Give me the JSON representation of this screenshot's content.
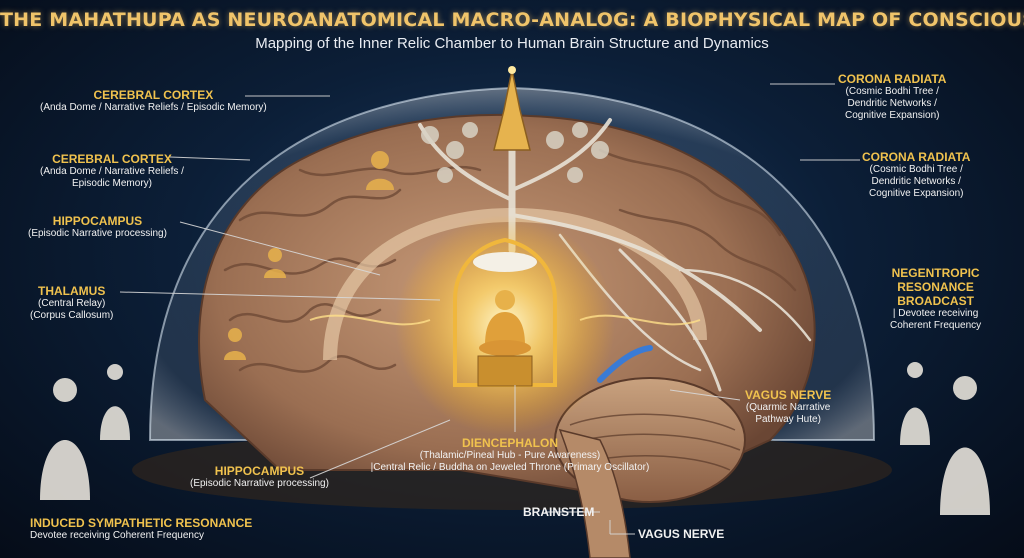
{
  "title": "THE MAHATHUPA AS NEUROANATOMICAL MACRO-ANALOG: A BIOPHYSICAL MAP OF CONSCIOUSNESS",
  "subtitle": "Mapping of the Inner Relic Chamber to Human Brain Structure and Dynamics",
  "labels": {
    "cortex1": {
      "head": "CEREBRAL CORTEX",
      "l1": "(Anda Dome / Narrative Reliefs / Episodic Memory)"
    },
    "cortex2": {
      "head": "CEREBRAL CORTEX",
      "l1": "(Anda Dome / Narrative Reliefs /",
      "l2": "Episodic Memory)"
    },
    "hippo1": {
      "head": "HIPPOCAMPUS",
      "l1": "(Episodic Narrative processing)"
    },
    "thalamus": {
      "head": "THALAMUS",
      "l1": "(Central Relay)",
      "l2": "(Corpus Callosum)"
    },
    "hippo2": {
      "head": "HIPPOCAMPUS",
      "l1": "(Episodic Narrative processing)"
    },
    "induced": {
      "head": "INDUCED SYMPATHETIC RESONANCE",
      "l1": "Devotee receiving Coherent Frequency"
    },
    "corona1": {
      "head": "CORONA RADIATA",
      "l1": "(Cosmic Bodhi Tree /",
      "l2": "Dendritic Networks /",
      "l3": "Cognitive Expansion)"
    },
    "corona2": {
      "head": "CORONA RADIATA",
      "l1": "(Cosmic Bodhi Tree /",
      "l2": "Dendritic Networks /",
      "l3": "Cognitive Expansion)"
    },
    "negentropic": {
      "head1": "NEGENTROPIC",
      "head2": "RESONANCE",
      "head3": "BROADCAST",
      "l1": "| Devotee receiving",
      "l2": "Coherent Frequency"
    },
    "vagus1": {
      "head": "VAGUS NERVE",
      "l1": "(Quarmic Narrative",
      "l2": "Pathway Hute)"
    },
    "diencephalon": {
      "head": "DIENCEPHALON",
      "l1": "(Thalamic/Pineal Hub - Pure Awareness)",
      "l2": "|Central Relic / Buddha on Jeweled Throne (Primary Oscillator)"
    },
    "brainstem": {
      "head": "BRAINSTEM"
    },
    "vagus2": {
      "head": "VAGUS NERVE"
    }
  },
  "colors": {
    "accent": "#f0c24e",
    "title": "#f0c46a",
    "brain": "#a5785a",
    "dome": "#cfe6ff"
  }
}
